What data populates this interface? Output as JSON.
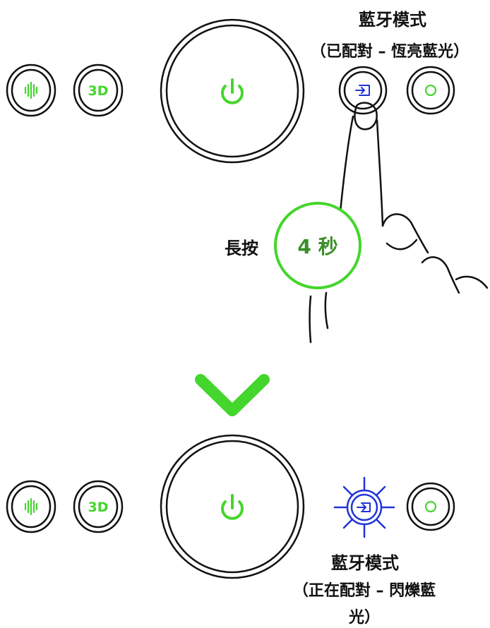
{
  "colors": {
    "accent_green": "#44d62c",
    "bluetooth_blue": "#1f33d6",
    "outline": "#111111"
  },
  "top_panel": {
    "buttons": {
      "audio_icon": "sound-wave-icon",
      "mode_3d_label": "3D",
      "power_icon": "power-icon",
      "bluetooth_icon": "input-source-icon",
      "light_icon": "circle-icon"
    },
    "bluetooth_caption_line1": "藍牙模式",
    "bluetooth_caption_line2": "（已配對 – 恆亮藍光）"
  },
  "instruction": {
    "press_label": "長按",
    "duration_label": "4 秒"
  },
  "transition_icon": "chevron-down-icon",
  "bottom_panel": {
    "buttons": {
      "audio_icon": "sound-wave-icon",
      "mode_3d_label": "3D",
      "power_icon": "power-icon",
      "bluetooth_icon": "input-source-icon",
      "light_icon": "circle-icon"
    },
    "bluetooth_caption_line1": "藍牙模式",
    "bluetooth_caption_line2": "（正在配對 – 閃爍藍",
    "bluetooth_caption_line3": "光）"
  }
}
